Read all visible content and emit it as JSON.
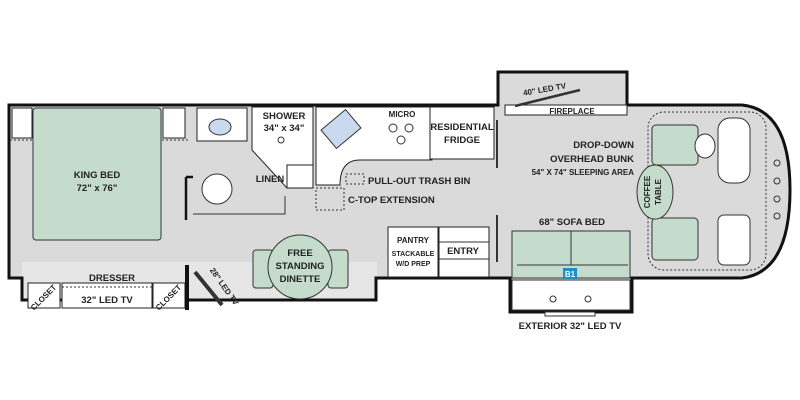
{
  "rooms": {
    "bed": {
      "title": "KING BED",
      "size": "72\" x 76\""
    },
    "shower": {
      "title": "SHOWER",
      "size": "34\" x 34\""
    },
    "linen": "LINEN",
    "micro": "MICRO",
    "fridge": [
      "RESIDENTIAL",
      "FRIDGE"
    ],
    "trash": "PULL-OUT TRASH BIN",
    "ctop": "C-TOP EXTENSION",
    "tv40": "40\" LED TV",
    "fireplace": "FIREPLACE",
    "bunk": [
      "DROP-DOWN",
      "OVERHEAD BUNK",
      "54\" X 74\" SLEEPING AREA"
    ],
    "coffee": [
      "COFFEE",
      "TABLE"
    ],
    "sofa": "68\" SOFA BED",
    "badge": "B1",
    "pantry": [
      "PANTRY",
      "STACKABLE",
      "W/D PREP"
    ],
    "entry": "ENTRY",
    "dinette": [
      "FREE",
      "STANDING",
      "DINETTE"
    ],
    "dresser": "DRESSER",
    "tv32": "32\" LED TV",
    "closet_left": "CLOSET",
    "closet_right": "CLOSET",
    "tv28": "28\" LED TV",
    "ext_tv": "EXTERIOR 32\" LED TV"
  },
  "colors": {
    "floor": "#d9d9d9",
    "furniture": "#c5dccd",
    "badge": "#1a8fc9"
  }
}
